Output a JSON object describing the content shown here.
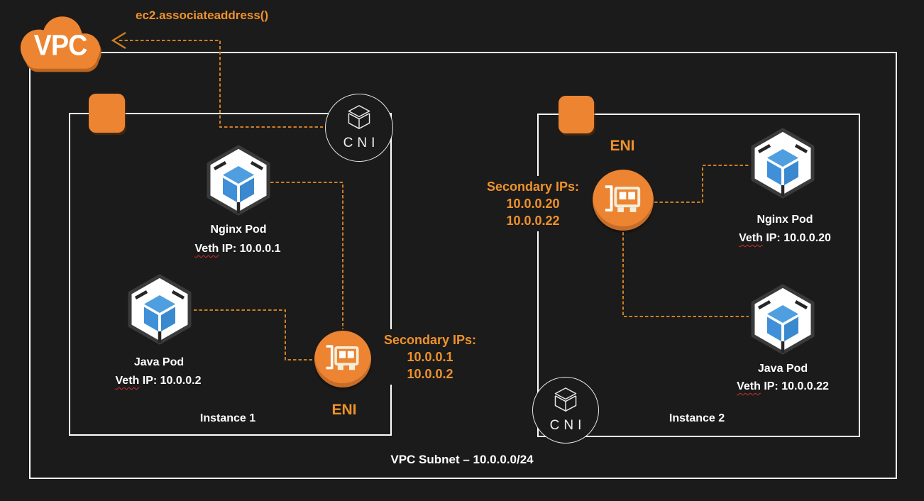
{
  "colors": {
    "background": "#1b1b1b",
    "orange_fill": "#EC8431",
    "orange_text": "#F0922B",
    "dash_line": "#CE7E22",
    "pod_blue": "#4F9FE0",
    "nic_cream": "#F4EEDA",
    "border_white": "#FFFFFF",
    "spellcheck_red": "#D12F2F"
  },
  "header": {
    "api_call": "ec2.associateaddress()"
  },
  "vpc": {
    "label": "VPC",
    "subnet_label": "VPC Subnet – 10.0.0.0/24"
  },
  "shared": {
    "cni": "CNI",
    "eni": "ENI",
    "secondary_title": "Secondary IPs:"
  },
  "instance1": {
    "label": "Instance 1",
    "secondary_ips": {
      "line1": "10.0.0.1",
      "line2": "10.0.0.2"
    },
    "nginx_pod": {
      "name": "Nginx Pod",
      "veth_word": "Veth",
      "veth_rest": " IP: 10.0.0.1"
    },
    "java_pod": {
      "name": "Java Pod",
      "veth_word": "Veth",
      "veth_rest": " IP: 10.0.0.2"
    }
  },
  "instance2": {
    "label": "Instance 2",
    "secondary_ips": {
      "line1": "10.0.0.20",
      "line2": "10.0.0.22"
    },
    "nginx_pod": {
      "name": "Nginx Pod",
      "veth_word": "Veth",
      "veth_rest": " IP: 10.0.0.20"
    },
    "java_pod": {
      "name": "Java Pod",
      "veth_word": "Veth",
      "veth_rest": " IP: 10.0.0.22"
    }
  }
}
